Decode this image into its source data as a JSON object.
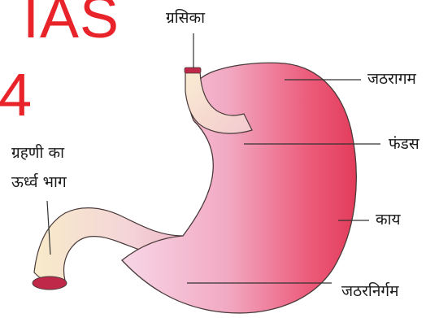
{
  "watermark": {
    "brand": "IAS",
    "number": "4",
    "color": "#e8242a"
  },
  "labels": {
    "esophagus": "ग्रसिका",
    "cardia": "जठरागम",
    "fundus": "फंडस",
    "body": "काय",
    "pylorus": "जठरनिर्गम",
    "duodenum_line1": "ग्रहणी का",
    "duodenum_line2": "ऊर्ध्व भाग"
  },
  "colors": {
    "stomach_main": "#e8405e",
    "stomach_light": "#f4c6d8",
    "tube_cream": "#f7e4c2",
    "muscle_band": "#c0284a"
  }
}
